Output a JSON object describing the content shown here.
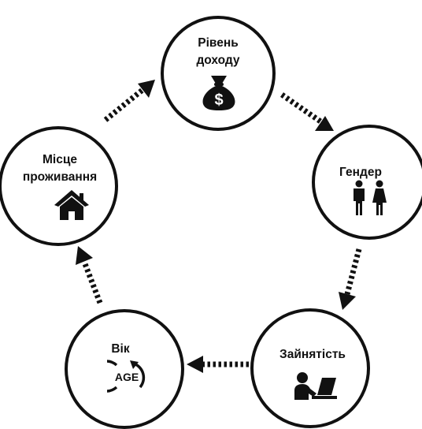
{
  "nodes": {
    "income": {
      "label": "Рівень\nдоходу",
      "icon": "money-bag-icon"
    },
    "gender": {
      "label": "Гендер",
      "icon": "man-woman-icon"
    },
    "employment": {
      "label": "Зайнятість",
      "icon": "person-at-laptop-icon"
    },
    "age": {
      "label": "Вік",
      "icon": "age-cycle-icon",
      "icon_text": "AGE"
    },
    "residence": {
      "label": "Місце\nпроживання",
      "icon": "house-icon"
    }
  },
  "cycle_direction": "clockwise",
  "colors": {
    "stroke": "#111111",
    "fill": "#ffffff"
  }
}
